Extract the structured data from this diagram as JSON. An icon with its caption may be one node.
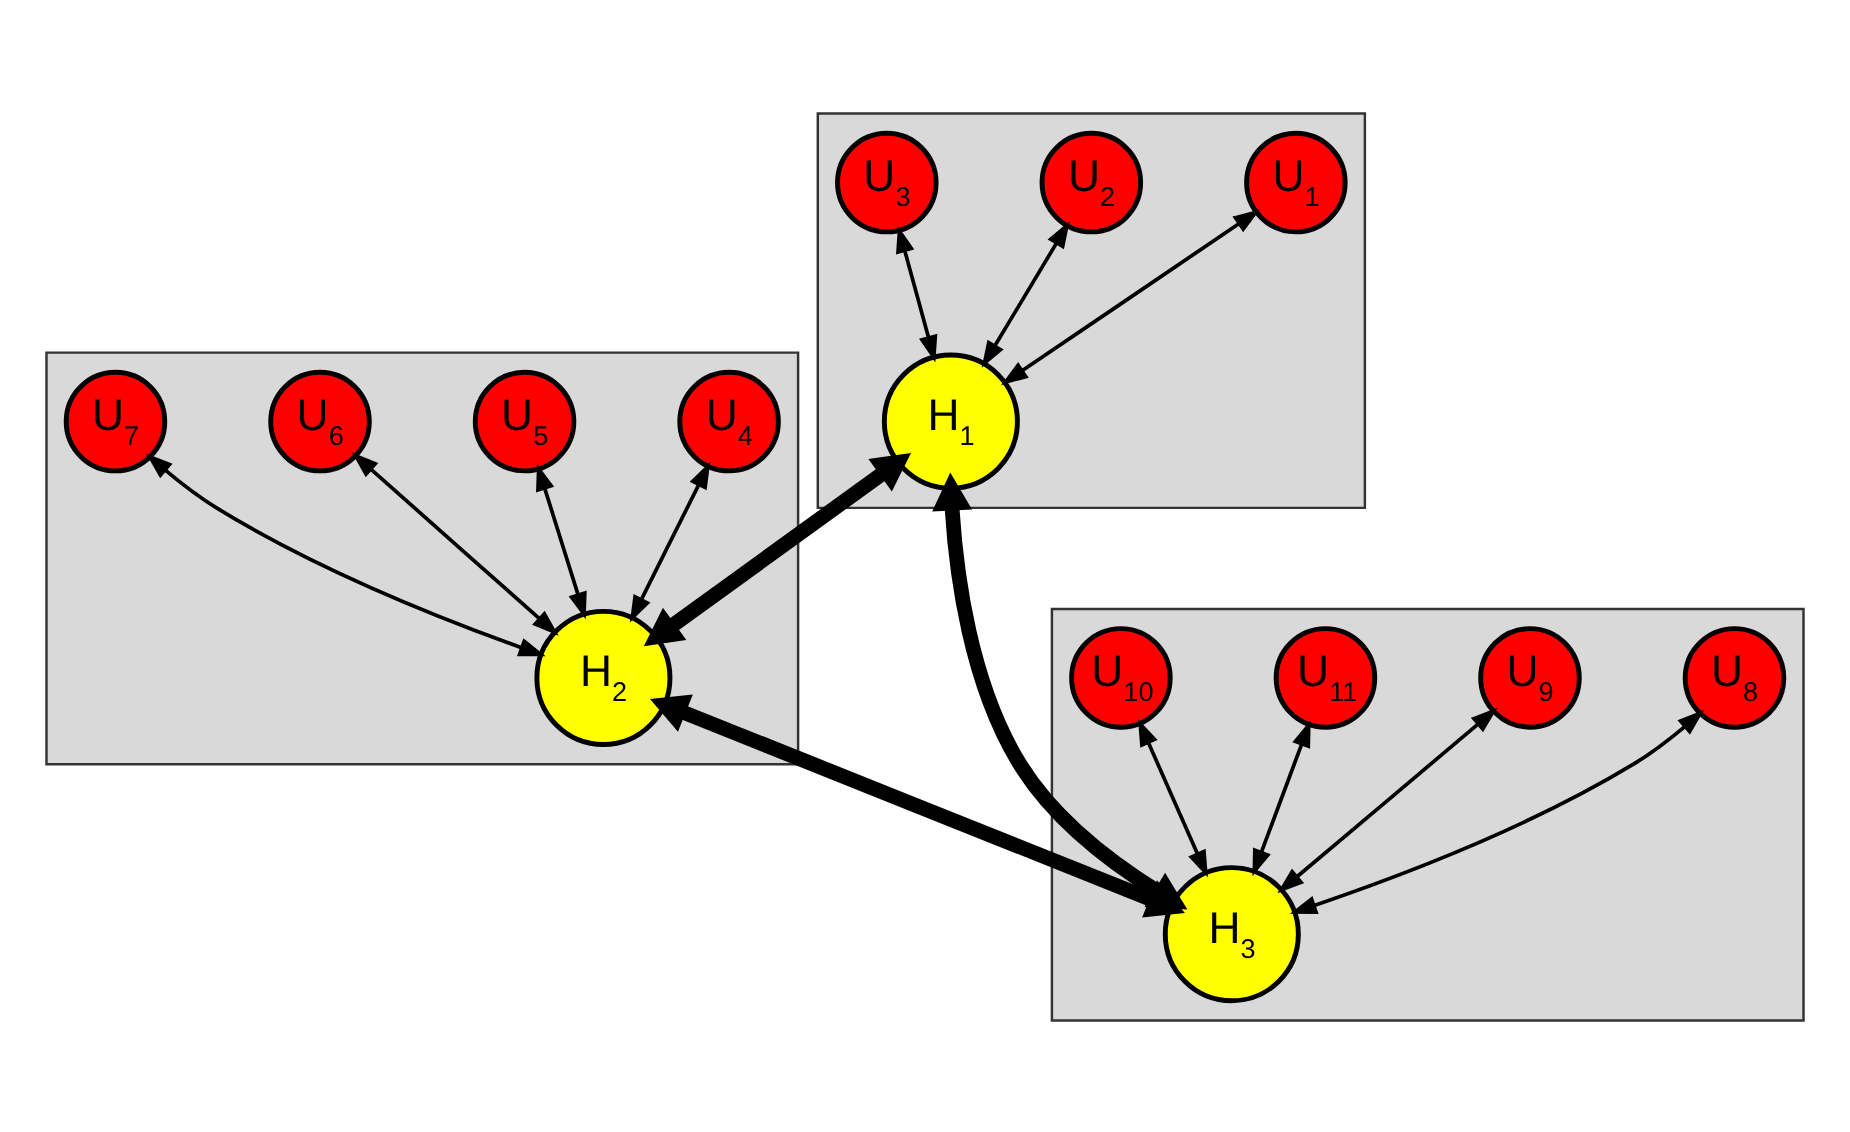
{
  "diagram": {
    "nodes": [
      {
        "text": [],
        "shape": "box"
      },
      {
        "text": [
          "U$_{1}$"
        ],
        "in": 0
      },
      {
        "text": [
          "H$_{1}$"
        ],
        "in": 0
      },
      {
        "text": [
          "U$_{2}$"
        ],
        "in": 0
      },
      {
        "text": [
          "U$_{3}$"
        ],
        "in": 0
      },
      {
        "text": [],
        "shape": "box"
      },
      {
        "text": [
          "U$_{4}$"
        ],
        "in": 5
      },
      {
        "text": [
          "H$_{2}$"
        ],
        "in": 5
      },
      {
        "text": [
          "U$_{5}$"
        ],
        "in": 5
      },
      {
        "text": [
          "U$_{6}$"
        ],
        "in": 5
      },
      {
        "text": [
          "U$_{7}$"
        ],
        "in": 5
      },
      {
        "text": [],
        "shape": "box"
      },
      {
        "text": [
          "U$_{8}$"
        ],
        "in": 11
      },
      {
        "text": [
          "H$_{3}$"
        ],
        "in": 11
      },
      {
        "text": [
          "U$_{9}$"
        ],
        "in": 11
      },
      {
        "text": [
          "U$_{11}$"
        ],
        "in": 11
      },
      {
        "text": [
          "U$_{10}$"
        ],
        "in": 11
      }
    ],
    "edges": [
      {
        "from": 1,
        "to": 2,
        "arrow": "both"
      },
      {
        "from": 3,
        "to": 2,
        "arrow": "both"
      },
      {
        "from": 4,
        "to": 2,
        "arrow": "both"
      },
      {
        "from": 2,
        "to": 7,
        "arrow": "both",
        "style": "thick"
      },
      {
        "from": 2,
        "to": 13,
        "arrow": "both",
        "style": "thick"
      },
      {
        "from": 7,
        "to": 13,
        "arrow": "both",
        "style": "thick"
      },
      {
        "from": 6,
        "to": 7,
        "arrow": "both"
      },
      {
        "from": 8,
        "to": 7,
        "arrow": "both"
      },
      {
        "from": 9,
        "to": 7,
        "arrow": "both"
      },
      {
        "from": 10,
        "to": 7,
        "arrow": "both"
      },
      {
        "from": 12,
        "to": 13,
        "arrow": "both"
      },
      {
        "from": 14,
        "to": 13,
        "arrow": "both"
      },
      {
        "from": 15,
        "to": 13,
        "arrow": "both"
      },
      {
        "from": 16,
        "to": 13,
        "arrow": "both"
      }
    ]
  }
}
